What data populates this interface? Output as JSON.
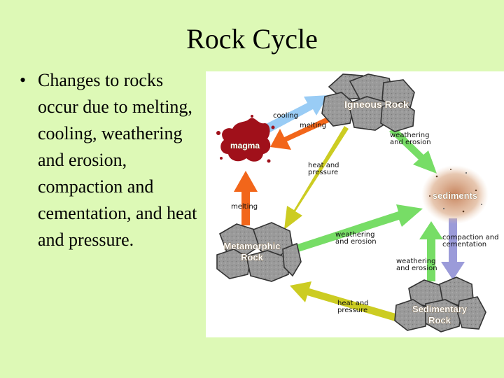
{
  "slide": {
    "title": "Rock Cycle",
    "bullets": [
      "Changes to rocks occur due to melting, cooling, weathering and erosion, compaction and cementation, and heat and pressure."
    ]
  },
  "diagram": {
    "nodes": {
      "igneous": "Igneous Rock",
      "magma": "magma",
      "sediments": "sediments",
      "metamorphic_line1": "Metamorphic",
      "metamorphic_line2": "Rock",
      "sedimentary_line1": "Sedimentary",
      "sedimentary_line2": "Rock"
    },
    "arrow_labels": {
      "cooling": "cooling",
      "melting_top": "melting",
      "weathering_top_1": "weathering",
      "weathering_top_2": "and erosion",
      "heat_mid_1": "heat and",
      "heat_mid_2": "pressure",
      "melting_left": "melting",
      "weathering_mid_1": "weathering",
      "weathering_mid_2": "and erosion",
      "compaction_1": "compaction and",
      "compaction_2": "cementation",
      "weathering_low_1": "weathering",
      "weathering_low_2": "and erosion",
      "heat_low_1": "heat and",
      "heat_low_2": "pressure"
    },
    "colors": {
      "background": "#ddf9b6",
      "cooling_arrow": "#99ccf5",
      "melting_arrow": "#f2661a",
      "weathering_arrow": "#77dd66",
      "heat_pressure_arrow": "#cccc22",
      "compaction_arrow": "#9b9bd9",
      "magma": "#a0101a",
      "rock": "#9a9a9a"
    }
  }
}
